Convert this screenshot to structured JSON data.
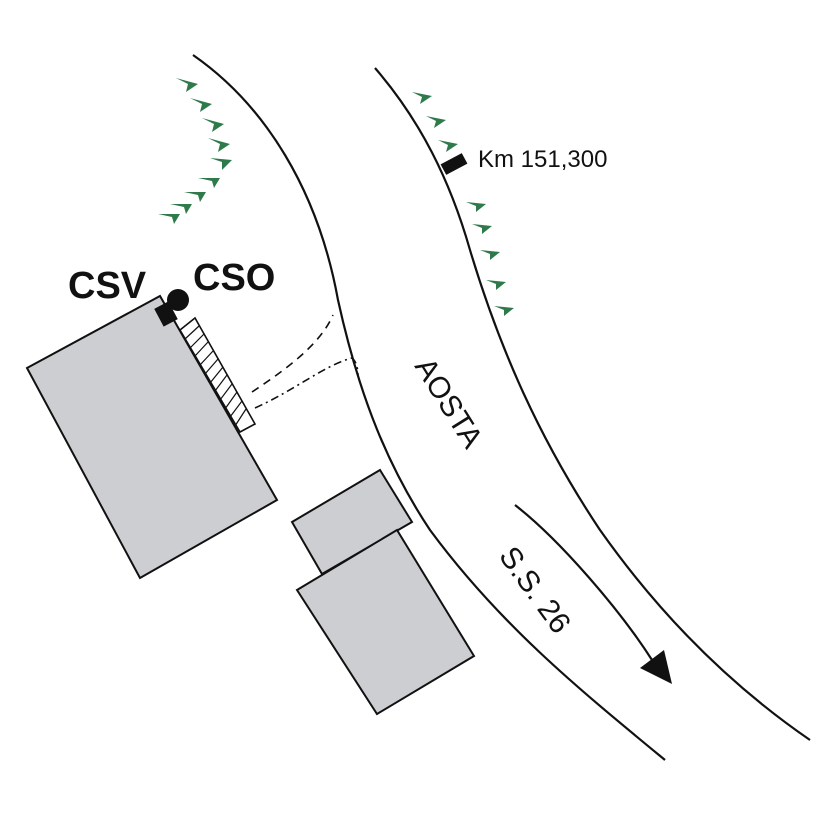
{
  "map": {
    "labels": {
      "csv": "CSV",
      "cso": "CSO",
      "km_marker": "Km 151,300",
      "town": "AOSTA",
      "road": "S.S. 26"
    },
    "colors": {
      "background": "#ffffff",
      "road_edge": "#111111",
      "building_fill": "#cdced2",
      "building_stroke": "#111111",
      "embankment_tick": "#2f7a4a",
      "marker": "#111111"
    },
    "icons": {
      "direction": "arrow-icon",
      "km_marker": "milestone-icon",
      "cso_marker": "dot-icon",
      "csv_marker": "square-icon",
      "embankment": "slope-hatch-icon"
    }
  }
}
